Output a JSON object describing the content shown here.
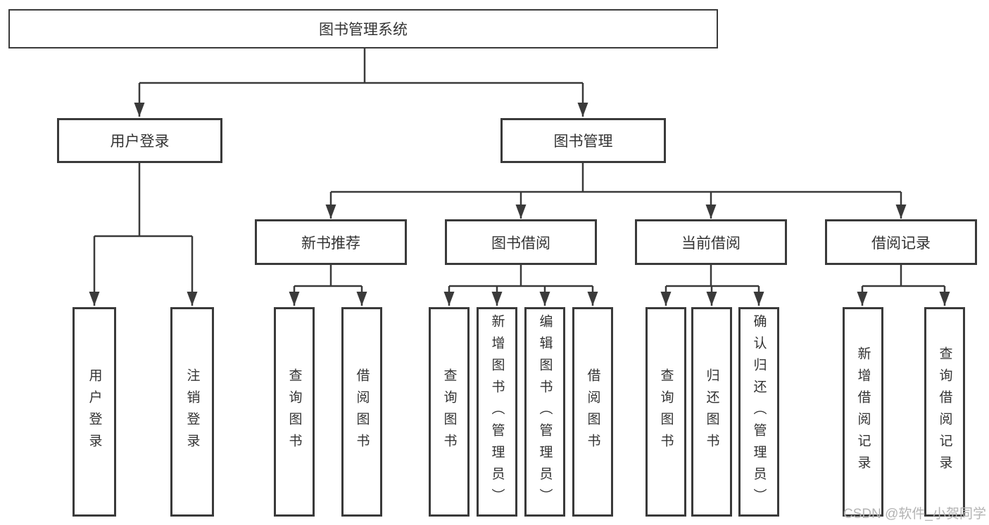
{
  "colors": {
    "line": "#3a3a3a",
    "text": "#333333",
    "box_background": "#ffffff",
    "watermark": "#b3b3b3"
  },
  "chart_type": "hierarchy-diagram",
  "diagram": {
    "root": {
      "label": "图书管理系统"
    },
    "branches": [
      {
        "label": "用户登录",
        "children": [
          {
            "label": "用户登录"
          },
          {
            "label": "注销登录"
          }
        ]
      },
      {
        "label": "图书管理",
        "children": [
          {
            "label": "新书推荐",
            "children": [
              {
                "label": "查询图书"
              },
              {
                "label": "借阅图书"
              }
            ]
          },
          {
            "label": "图书借阅",
            "children": [
              {
                "label": "查询图书"
              },
              {
                "label": "新增图书（管理员）"
              },
              {
                "label": "编辑图书（管理员）"
              },
              {
                "label": "借阅图书"
              }
            ]
          },
          {
            "label": "当前借阅",
            "children": [
              {
                "label": "查询图书"
              },
              {
                "label": "归还图书"
              },
              {
                "label": "确认归还（管理员）"
              }
            ]
          },
          {
            "label": "借阅记录",
            "children": [
              {
                "label": "新增借阅记录"
              },
              {
                "label": "查询借阅记录"
              }
            ]
          }
        ]
      }
    ]
  },
  "watermark": {
    "text": "CSDN @软件_小贺同学"
  }
}
